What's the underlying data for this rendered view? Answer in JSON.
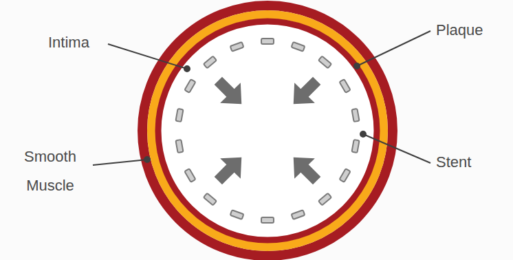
{
  "diagram": {
    "labels": [
      "Intima",
      "Plaque",
      "Smooth Muscle",
      "Stent"
    ]
  }
}
